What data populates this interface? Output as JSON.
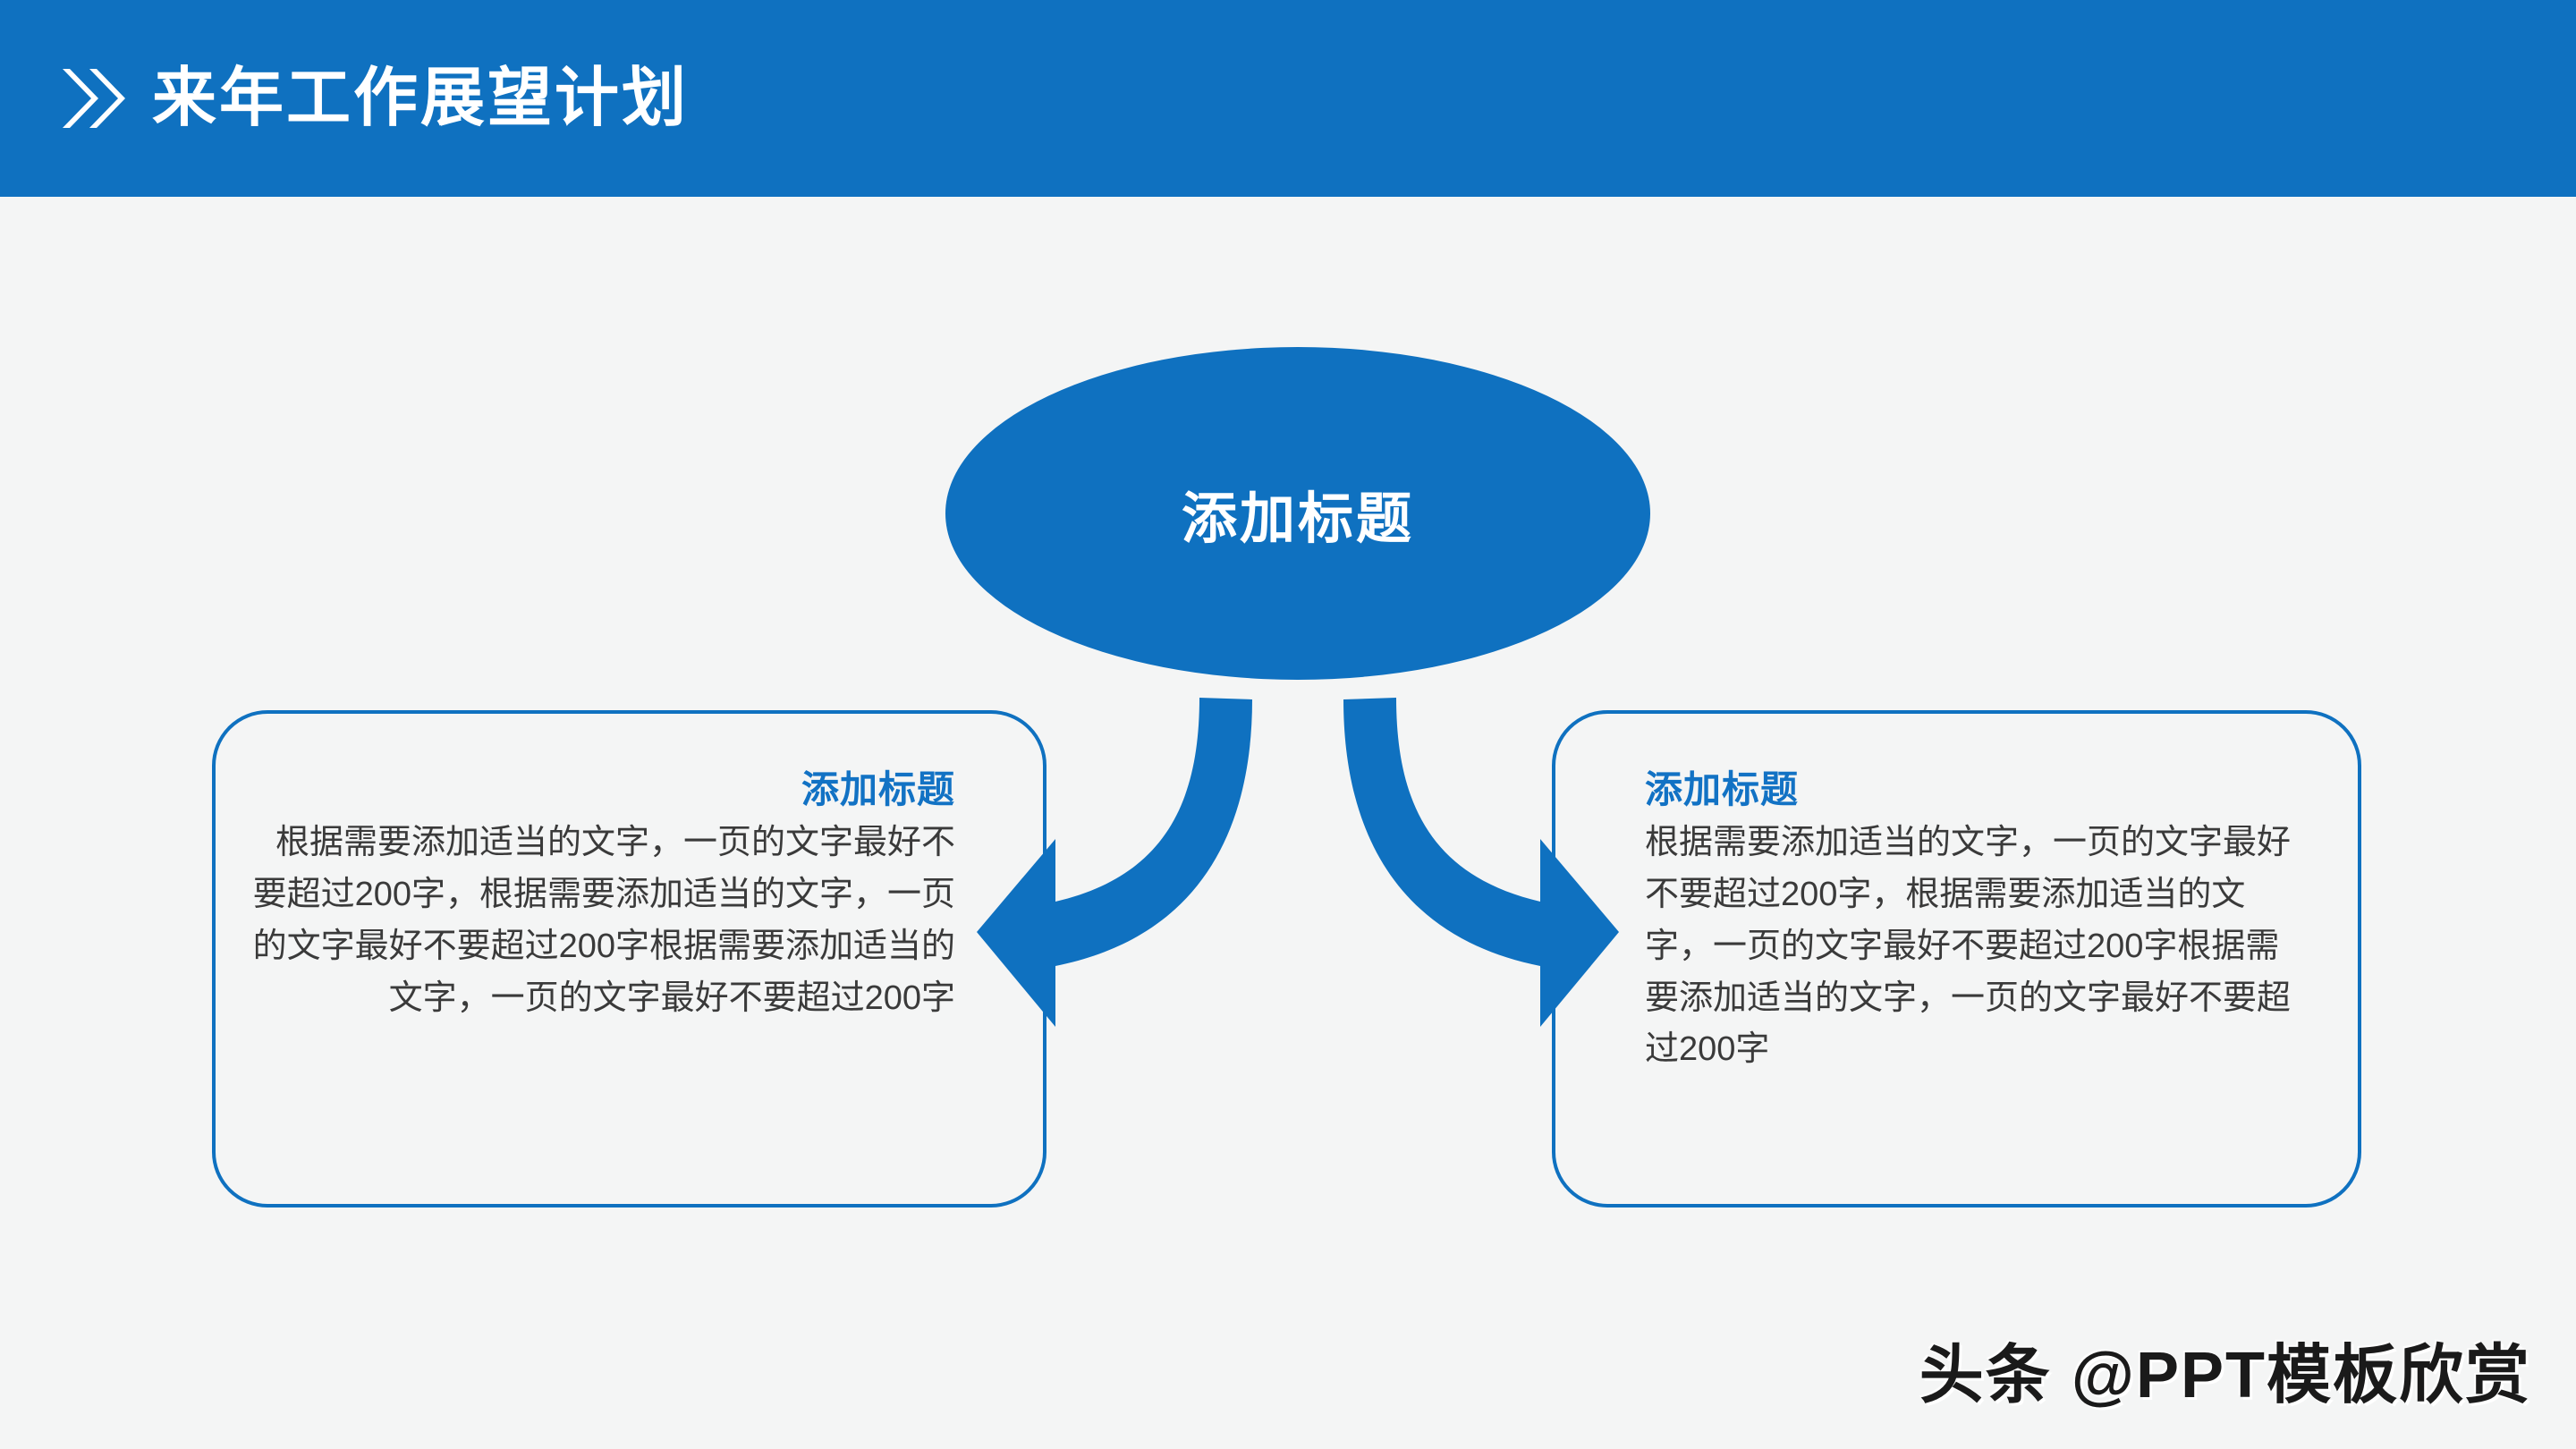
{
  "header": {
    "title": "来年工作展望计划",
    "icon": "double-chevron-right-icon",
    "background_color": "#0F71C0",
    "text_color": "#FFFFFF"
  },
  "page": {
    "background_color": "#F4F5F5",
    "accent_color": "#0F71C0"
  },
  "diagram": {
    "type": "hub-and-spoke",
    "center_node": {
      "label": "添加标题",
      "shape": "ellipse",
      "fill_color": "#0F71C0",
      "text_color": "#FFFFFF"
    },
    "connectors": [
      {
        "name": "curved-arrow-left",
        "direction": "down-left",
        "color": "#0F71C0"
      },
      {
        "name": "curved-arrow-right",
        "direction": "down-right",
        "color": "#0F71C0"
      }
    ],
    "cards": [
      {
        "id": "left",
        "title": "添加标题",
        "body": "根据需要添加适当的文字，一页的文字最好不要超过200字，根据需要添加适当的文字，一页的文字最好不要超过200字根据需要添加适当的文字，一页的文字最好不要超过200字",
        "align": "right",
        "border_color": "#0F71C0",
        "title_color": "#1272C4",
        "body_color": "#3A3A3A"
      },
      {
        "id": "right",
        "title": "添加标题",
        "body": "根据需要添加适当的文字，一页的文字最好不要超过200字，根据需要添加适当的文字，一页的文字最好不要超过200字根据需要添加适当的文字，一页的文字最好不要超过200字",
        "align": "left",
        "border_color": "#0F71C0",
        "title_color": "#1272C4",
        "body_color": "#3A3A3A"
      }
    ]
  },
  "watermark": {
    "text": "头条 @PPT模板欣赏"
  }
}
